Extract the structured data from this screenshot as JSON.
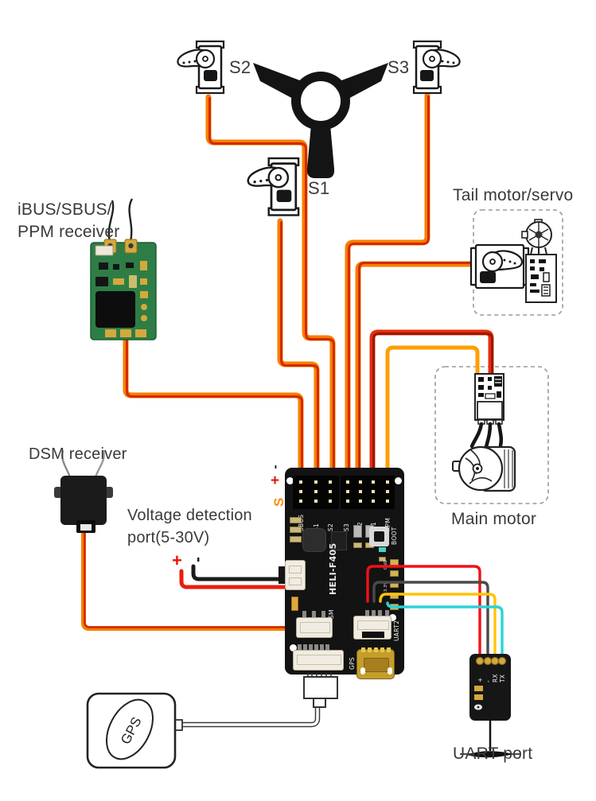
{
  "labels": {
    "s1": "S1",
    "s2": "S2",
    "s3": "S3",
    "tail_box": "Tail motor/servo",
    "main_motor": "Main motor",
    "receiver_line1": "iBUS/SBUS/",
    "receiver_line2": "PPM receiver",
    "dsm_receiver": "DSM receiver",
    "voltage_line1": "Voltage detection",
    "voltage_line2": "port(5-30V)",
    "voltage_plus": "+",
    "voltage_minus": "-",
    "uart_port": "UART port",
    "gps_module": "GPS"
  },
  "board": {
    "model": "HELI-F405",
    "pin_labels": [
      "SBUS",
      "S1",
      "S2",
      "S3",
      "M2",
      "M1",
      "RPM"
    ],
    "header_rows": {
      "signal": "S",
      "plus": "+",
      "minus": "-"
    },
    "boot": "BOOT",
    "sm_port": "SM",
    "uart2_port": "UART2",
    "gps_port": "GPS",
    "pad_labels": [
      "GND",
      "3.3V"
    ]
  },
  "uart_port": {
    "pads": [
      "+",
      "-",
      "RX",
      "TX"
    ]
  },
  "colors": {
    "wire_orange": "#f57f00",
    "wire_red": "#d42a00",
    "wire_dark_red": "#9b1800",
    "wire_black": "#1c1c1c",
    "uart_red": "#f21018",
    "uart_gray": "#4a4a4a",
    "uart_yellow": "#ffc40a",
    "uart_cyan": "#2ad2da",
    "pcb_green": "#2e7d46",
    "gold": "#d4a93c"
  }
}
